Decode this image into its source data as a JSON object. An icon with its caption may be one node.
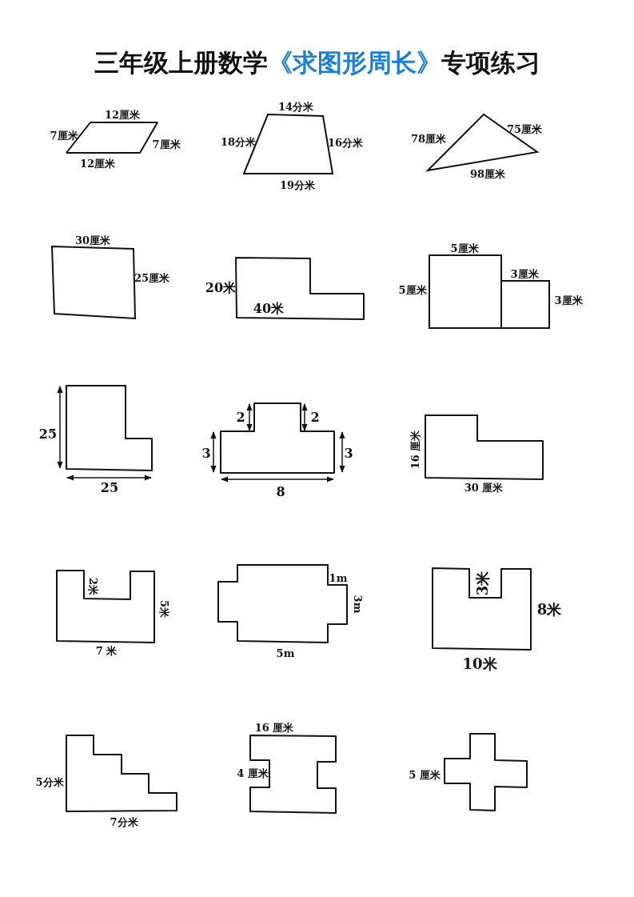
{
  "diagram": {
    "title": "三年级上册数学《求图形周长》专项练习",
    "nodes": [
      {
        "text": [],
        "shape": "parallelogram",
        "beside": [
          "12厘米",
          "7厘米",
          "7厘米",
          "12厘米"
        ]
      },
      {
        "text": [],
        "shape": "trapezoid",
        "beside": [
          "14分米",
          "18分米",
          "16分米",
          "19分米"
        ]
      },
      {
        "text": [],
        "shape": "triangle",
        "beside": [
          "78厘米",
          "75厘米",
          "98厘米"
        ]
      },
      {
        "text": [],
        "shape": "box",
        "beside": [
          "30厘米",
          "25厘米"
        ]
      },
      {
        "text": [
          "40米"
        ],
        "beside": [
          "20米"
        ]
      },
      {
        "text": [],
        "shape": "box",
        "beside": [
          "5厘米",
          "5厘米",
          "3厘米",
          "3厘米"
        ]
      },
      {
        "text": [],
        "shape": "polygon",
        "beside": [
          "25",
          "25"
        ]
      },
      {
        "text": [],
        "shape": "polygon",
        "beside": [
          "2",
          "2",
          "3",
          "3",
          "8"
        ]
      },
      {
        "text": [],
        "shape": "polygon",
        "beside": [
          "16 厘米",
          "30 厘米"
        ]
      },
      {
        "text": [],
        "shape": "polygon",
        "beside": [
          "2米",
          "5米",
          "7 米"
        ]
      },
      {
        "text": [],
        "shape": "polygon",
        "beside": [
          "1m",
          "3m",
          "5m"
        ]
      },
      {
        "text": [],
        "shape": "polygon",
        "beside": [
          "3米",
          "8米",
          "10米"
        ]
      },
      {
        "text": [],
        "shape": "polygon",
        "beside": [
          "5分米",
          "7分米"
        ]
      },
      {
        "text": [],
        "shape": "polygon",
        "beside": [
          "16 厘米",
          "4 厘米"
        ]
      },
      {
        "text": [],
        "shape": "polygon",
        "beside": [
          "5 厘米"
        ]
      }
    ]
  }
}
